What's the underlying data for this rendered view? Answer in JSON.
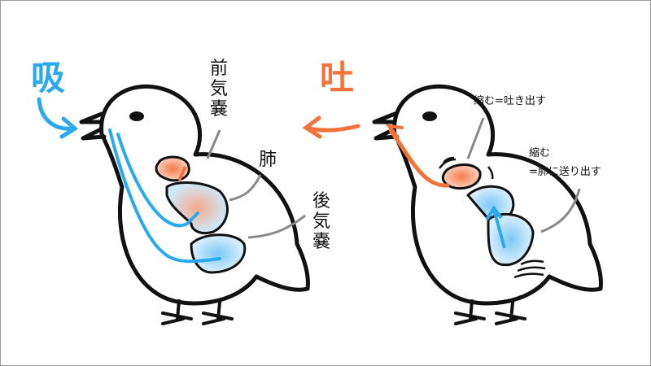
{
  "title": "鳥の呼吸",
  "inhale": {
    "label": "吸",
    "color": "#29a9ef"
  },
  "exhale": {
    "label": "吐",
    "color": "#f4733d"
  },
  "left_labels": {
    "anterior_air_sac": "前気嚢",
    "lung": "肺",
    "posterior_air_sac": "後気嚢"
  },
  "right_labels": {
    "anterior_contract": "縮む=吐き出す",
    "posterior_contract_1": "縮む",
    "posterior_contract_2": "=肺に送り出す"
  }
}
